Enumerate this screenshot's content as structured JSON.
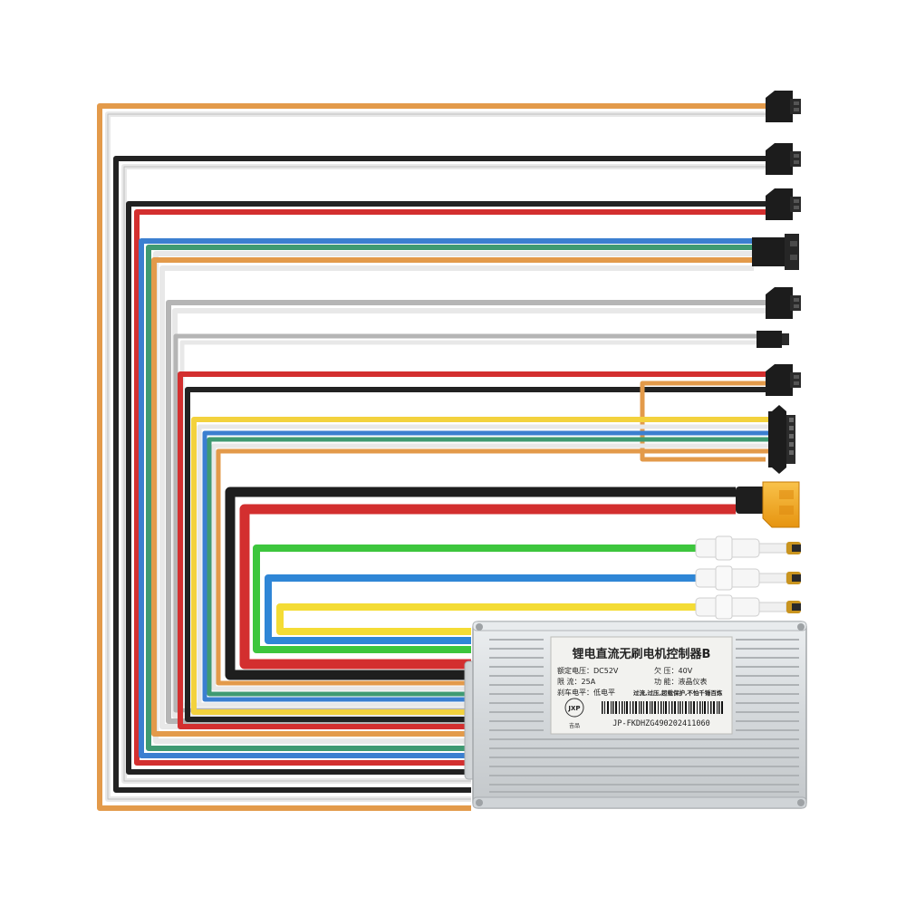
{
  "label": {
    "title": "锂电直流无刷电机控制器B",
    "rated_voltage": "额定电压：DC52V",
    "undervoltage": "欠 压：40V",
    "current_limit": "限 流：25A",
    "function": "功 能：液晶仪表",
    "brake_level": "刹车电平：低电平",
    "features": "过流,过压,超载保护,不怕千锤百炼",
    "logo_text": "JXP",
    "brand": "吉品",
    "model_number": "JP-FKDHZG490202411060"
  },
  "colors": {
    "orange": "#e39a4a",
    "white": "#f2f2f2",
    "black": "#222222",
    "red": "#d32f2f",
    "blue": "#3b7fd0",
    "green_teal": "#3f9a72",
    "gray": "#b5b5b5",
    "yellow": "#f3d23d",
    "phase_green": "#3dc63d",
    "phase_blue": "#2f86d6",
    "phase_yellow": "#f4dc35",
    "connector_black": "#1c1c1c",
    "xt_connector": "#f4a81d",
    "housing": "#d9dde0"
  }
}
